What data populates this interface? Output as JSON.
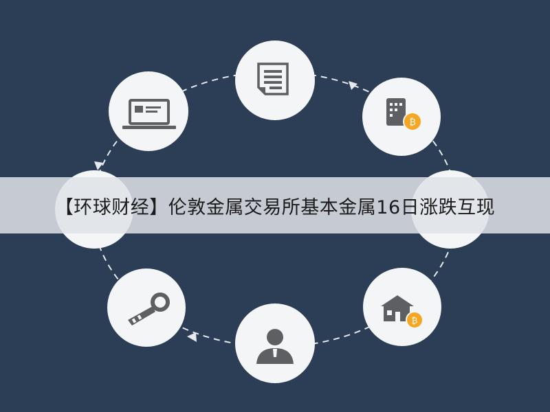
{
  "headline": "【环球财经】伦敦金属交易所基本金属16日涨跌互现",
  "colors": {
    "background": "#2c3e55",
    "node_fill": "#f4f5f7",
    "icon_gray": "#5e5f63",
    "coin_orange": "#f5a623",
    "ring": "#e6e9ee"
  },
  "diagram": {
    "nodes": [
      {
        "id": "document",
        "icon": "document-icon"
      },
      {
        "id": "phone-coin",
        "icon": "phone-bitcoin-icon"
      },
      {
        "id": "right-hidden",
        "icon": ""
      },
      {
        "id": "house-coin",
        "icon": "house-bitcoin-icon"
      },
      {
        "id": "person",
        "icon": "person-icon"
      },
      {
        "id": "key",
        "icon": "key-icon"
      },
      {
        "id": "left-hidden",
        "icon": ""
      },
      {
        "id": "laptop",
        "icon": "laptop-icon"
      }
    ],
    "coin_symbol": "₿"
  }
}
